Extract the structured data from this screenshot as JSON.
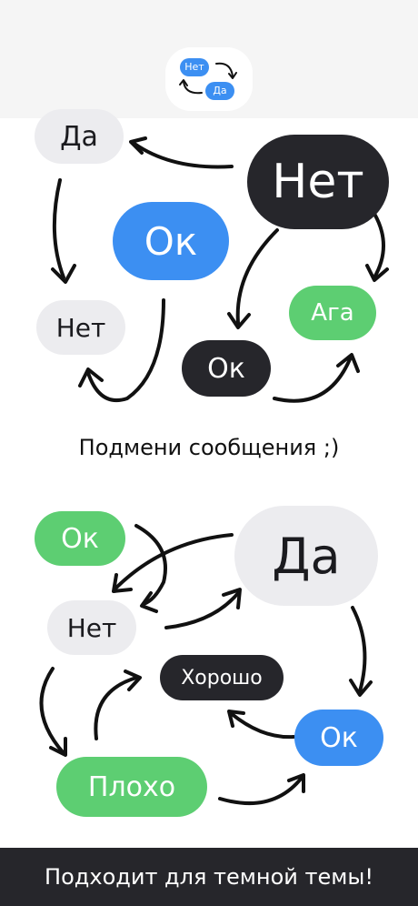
{
  "logo": {
    "bubble_top": "Нет",
    "bubble_bottom": "Да"
  },
  "top_group": {
    "da": "Да",
    "net_big": "Нет",
    "ok_blue": "Ок",
    "net_small": "Нет",
    "aga": "Ага",
    "ok_dark": "Ок"
  },
  "caption": "Подмени сообщения ;)",
  "bottom_group": {
    "ok_green": "Ок",
    "da_big": "Да",
    "net": "Нет",
    "horosho": "Хорошо",
    "ok_blue": "Ок",
    "ploho": "Плохо"
  },
  "footer": "Подходит для темной темы!",
  "colors": {
    "blue": "#3c8ff2",
    "green": "#5dce72",
    "dark": "#26262b",
    "gray": "#ececef"
  }
}
